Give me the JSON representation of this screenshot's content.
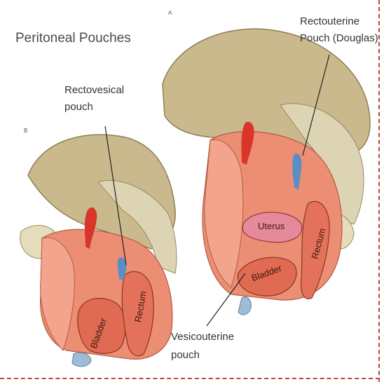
{
  "title": "Peritoneal Pouches",
  "labels": {
    "rectovesical_line1": "Rectovesical",
    "rectovesical_line2": "pouch",
    "rectouterine_line1": "Rectouterine",
    "rectouterine_line2": "Pouch (Douglas)",
    "vesicouterine_line1": "Vesicouterine",
    "vesicouterine_line2": "pouch"
  },
  "organs": {
    "male_bladder": "Bladder",
    "male_rectum": "Rectum",
    "female_uterus": "Uterus",
    "female_bladder": "Bladder",
    "female_rectum": "Rectum"
  },
  "panel_marks": {
    "left": "B",
    "right": "A"
  },
  "colors": {
    "bone": "#c8b88a",
    "muscle": "#e8755a",
    "peritoneum": "#f2a08a",
    "vessel_red": "#d9352a",
    "vessel_blue": "#5b8fc4",
    "frame": "#b94a3a"
  }
}
